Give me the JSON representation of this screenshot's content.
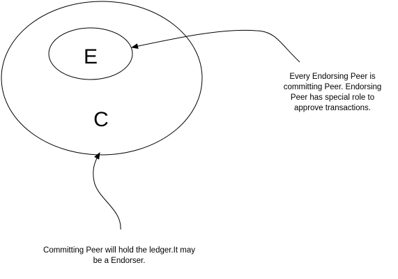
{
  "diagram": {
    "outer_circle_label": "C",
    "inner_circle_label": "E",
    "notes": {
      "endorsing_peer": "Every Endorsing Peer is committing Peer. Endorsing Peer has special role to approve transactions.",
      "committing_peer": "Committing Peer will hold the ledger.It may be a Endorser."
    },
    "colors": {
      "stroke": "#000000",
      "background": "#ffffff",
      "text": "#000000"
    }
  }
}
